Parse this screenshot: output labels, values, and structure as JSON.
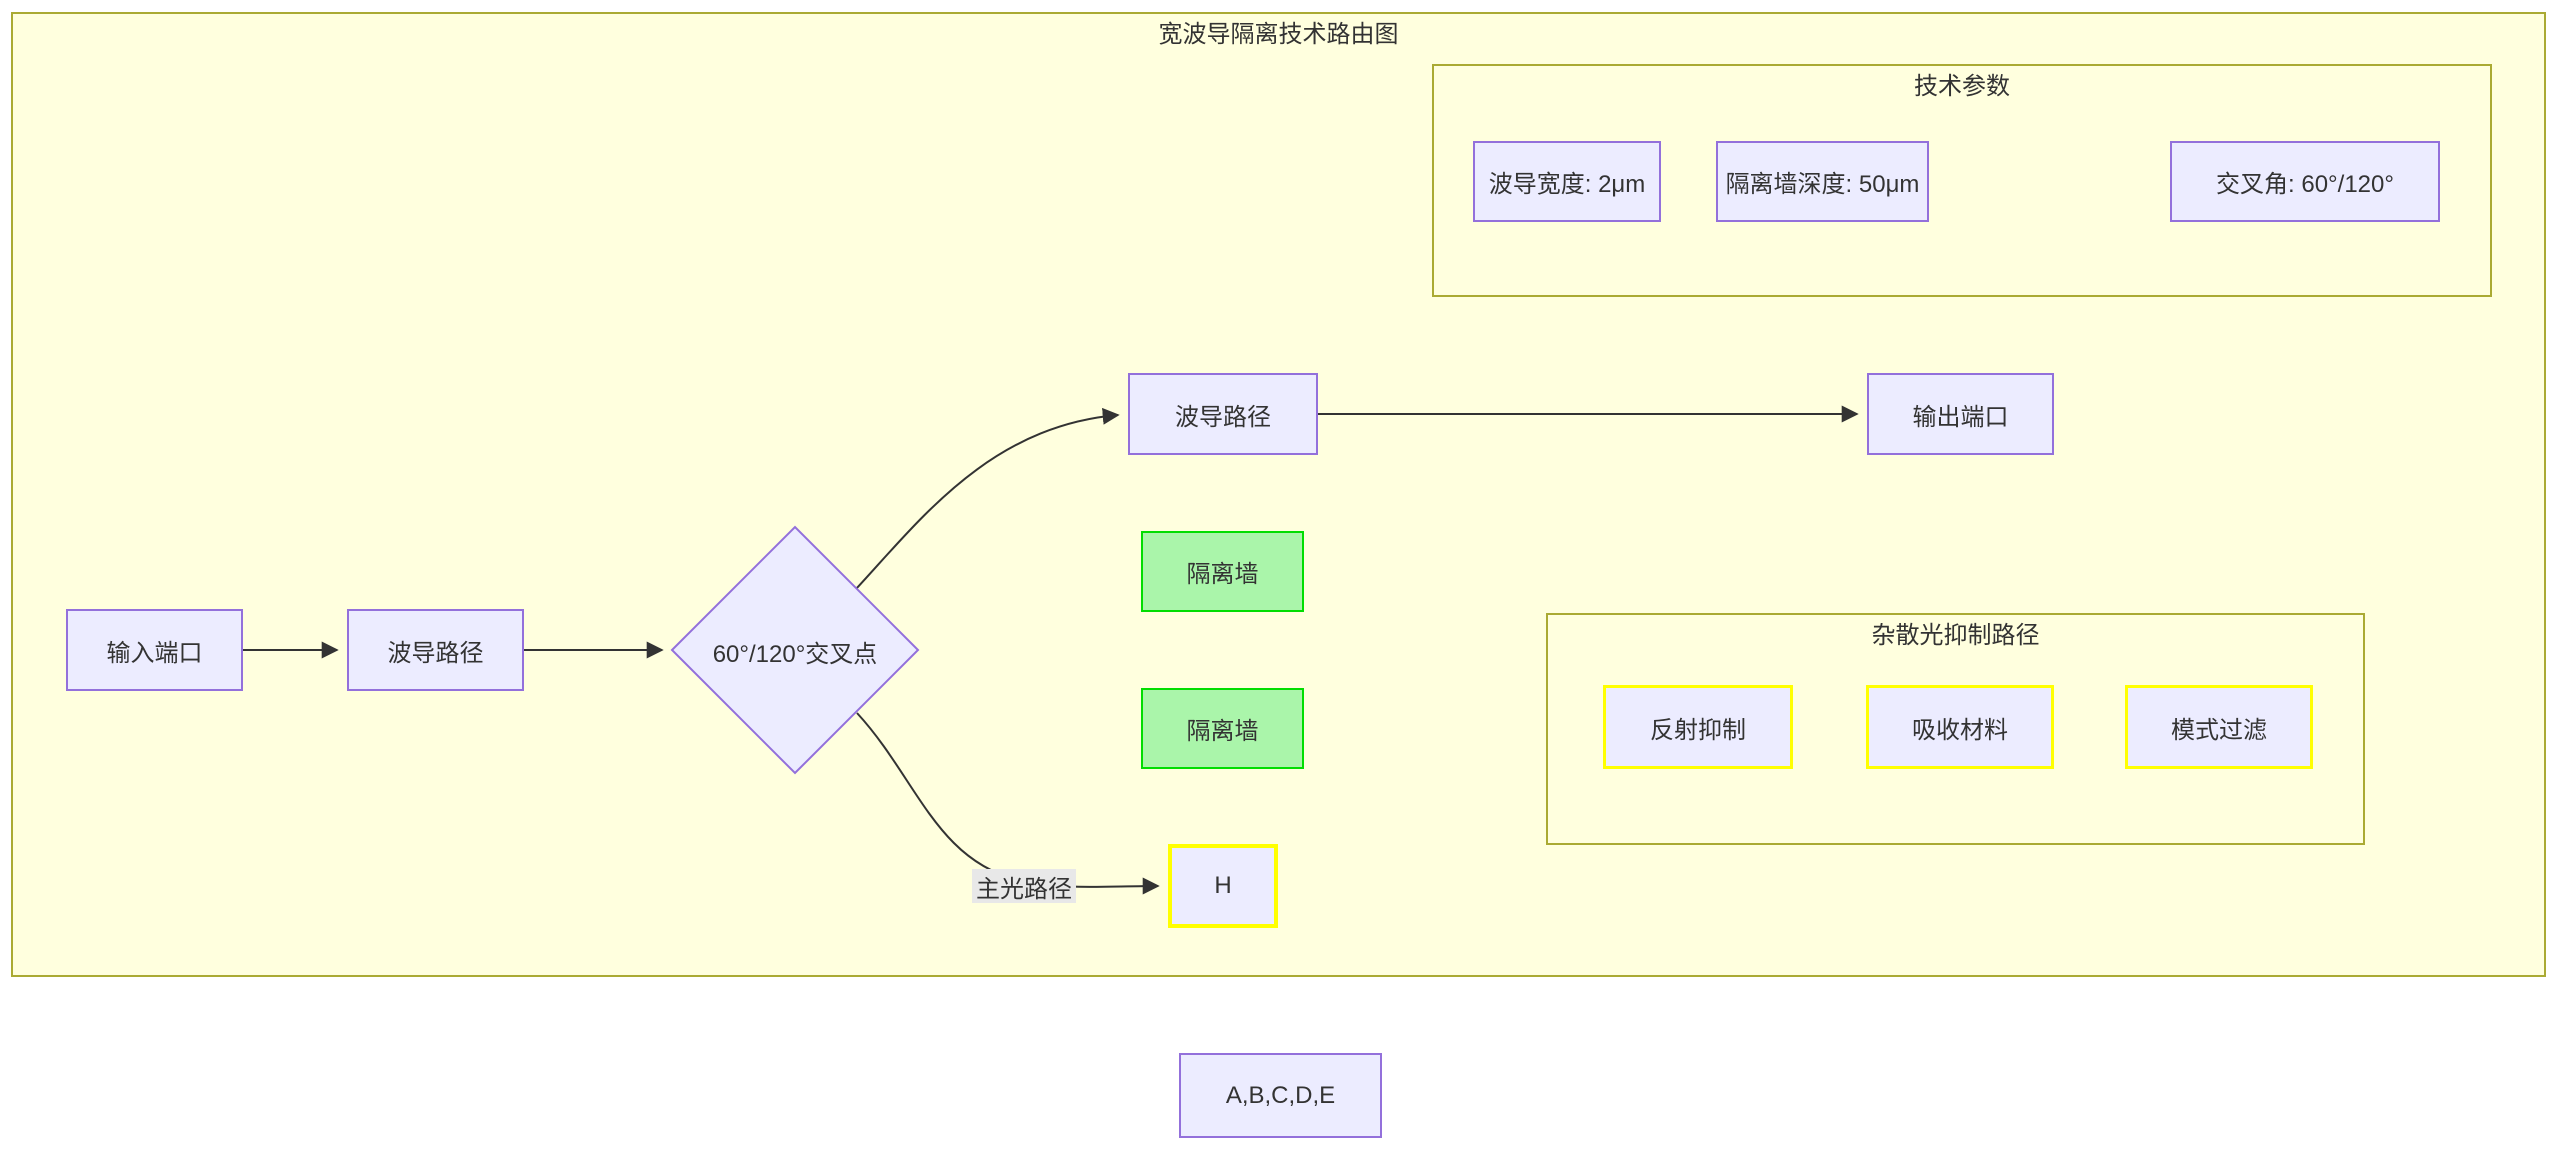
{
  "diagram": {
    "title": "宽波导隔离技术路由图",
    "tech_params": {
      "title": "技术参数",
      "items": [
        "波导宽度: 2μm",
        "隔离墙深度: 50μm",
        "交叉角: 60°/120°"
      ]
    },
    "flow": {
      "input": "输入端口",
      "waveguide1": "波导路径",
      "cross_point": "60°/120°交叉点",
      "waveguide2": "波导路径",
      "output": "输出端口",
      "wall1": "隔离墙",
      "wall2": "隔离墙",
      "h_node": "H",
      "edge_label": "主光路径"
    },
    "stray_light": {
      "title": "杂散光抑制路径",
      "items": [
        "反射抑制",
        "吸收材料",
        "模式过滤"
      ]
    },
    "legend": "A,B,C,D,E"
  },
  "colors": {
    "canvas_bg": "#ffffff",
    "cluster_bg": "#ffffde",
    "cluster_border": "#aaaa33",
    "node_fill": "#ececff",
    "node_border": "#9370db",
    "wall_fill": "#aaf5aa",
    "wall_border": "#01dd01",
    "highlight_border": "#ffff00",
    "edge": "#333333",
    "edge_label_bg": "#e8e8e8",
    "text": "#333333"
  }
}
